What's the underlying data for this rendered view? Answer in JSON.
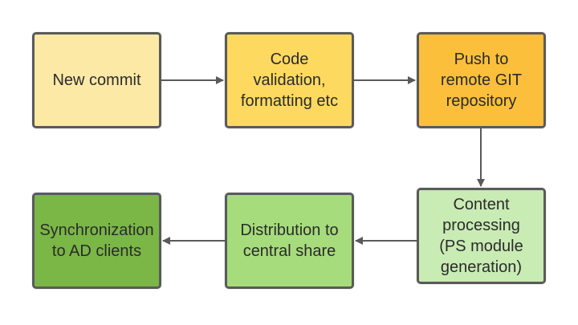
{
  "diagram": {
    "steps": [
      {
        "label": "New commit",
        "color": "#fde9a6"
      },
      {
        "label": "Code\nvalidation,\nformatting etc",
        "color": "#fdd95f"
      },
      {
        "label": "Push to\nremote GIT\nrepository",
        "color": "#fbbf3b"
      },
      {
        "label": "Content\nprocessing\n(PS module\ngeneration)",
        "color": "#c9ebb4"
      },
      {
        "label": "Distribution to\ncentral share",
        "color": "#a6dc7c"
      },
      {
        "label": "Synchronization\nto AD clients",
        "color": "#7ab746"
      }
    ],
    "border_color": "#5a5a5a",
    "arrow_color": "#5a5a5a"
  }
}
